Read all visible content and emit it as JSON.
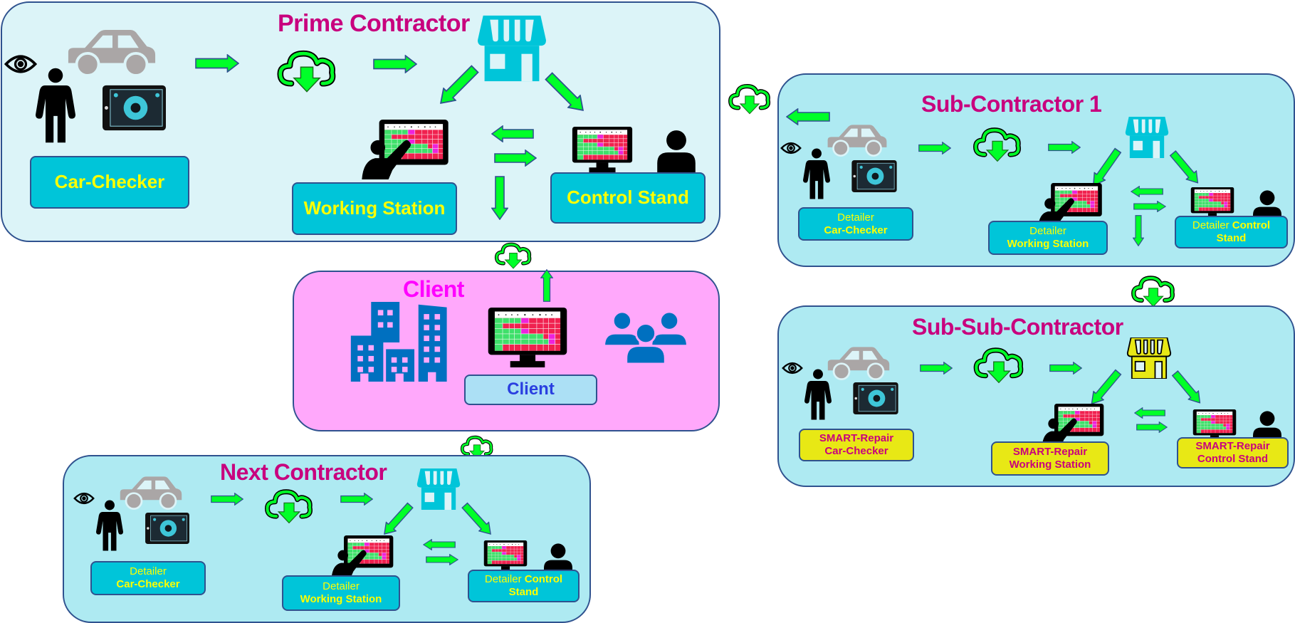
{
  "colors": {
    "title": "#c8007e",
    "client_title": "#ff00ff",
    "arrow_fill": "#00ff28",
    "arrow_stroke": "#2f528f",
    "label_cyan": "#00c5d9",
    "label_text_yellow": "#ffff00",
    "label_yellow": "#e8e815",
    "store_cyan": "#00c5d9",
    "store_yellow": "#e8e815",
    "building_blue": "#0070c0"
  },
  "prime": {
    "title": "Prime Contractor",
    "car_checker": "Car-Checker",
    "working_station": "Working Station",
    "control_stand": "Control Stand"
  },
  "sub1": {
    "title": "Sub-Contractor 1",
    "car_checker": {
      "line1": "Detailer",
      "line2": "Car-Checker"
    },
    "working_station": {
      "line1": "Detailer",
      "line2": "Working Station"
    },
    "control_stand": {
      "line1": "Detailer ",
      "line1_bold": "Control",
      "line2": "Stand"
    }
  },
  "subsub": {
    "title": "Sub-Sub-Contractor",
    "car_checker": {
      "line1": "SMART-Repair",
      "line2": "Car-Checker"
    },
    "working_station": {
      "line1": "SMART-Repair",
      "line2": "Working Station"
    },
    "control_stand": {
      "line1": "SMART-Repair",
      "line2": "Control Stand"
    }
  },
  "client": {
    "title": "Client",
    "label": "Client"
  },
  "next": {
    "title": "Next Contractor",
    "car_checker": {
      "line1": "Detailer",
      "line2": "Car-Checker"
    },
    "working_station": {
      "line1": "Detailer",
      "line2": "Working Station"
    },
    "control_stand": {
      "line1": "Detailer ",
      "line1_bold": "Control",
      "line2": "Stand"
    }
  },
  "icons": [
    "eye-icon",
    "car-icon",
    "person-icon",
    "tablet-icon",
    "cloud-download-icon",
    "store-icon",
    "touchscreen-user-icon",
    "monitor-icon",
    "user-icon",
    "buildings-icon",
    "group-icon",
    "arrow-icon"
  ]
}
